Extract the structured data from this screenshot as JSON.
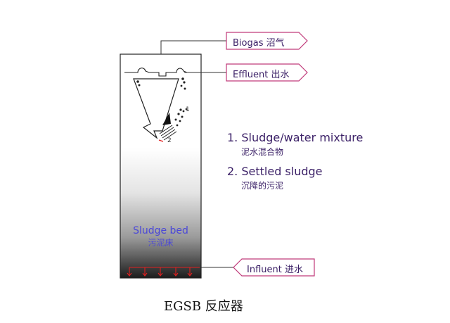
{
  "callouts": {
    "biogas": "Biogas 沼气",
    "effluent": "Effluent 出水",
    "influent": "Influent 进水"
  },
  "legend": {
    "item1_en": "1. Sludge/water mixture",
    "item1_zh": "泥水混合物",
    "item2_en": "2. Settled sludge",
    "item2_zh": "沉降的污泥"
  },
  "reactor": {
    "sludge_bed_en": "Sludge bed",
    "sludge_bed_zh": "污泥床",
    "marker_1": "1",
    "marker_2": "2"
  },
  "caption": "EGSB 反应器",
  "colors": {
    "callout_border": "#c03a7a",
    "text_purple": "#3a1f66",
    "sludge_blue": "#4a47d8",
    "influent_arrows": "#e02020"
  }
}
